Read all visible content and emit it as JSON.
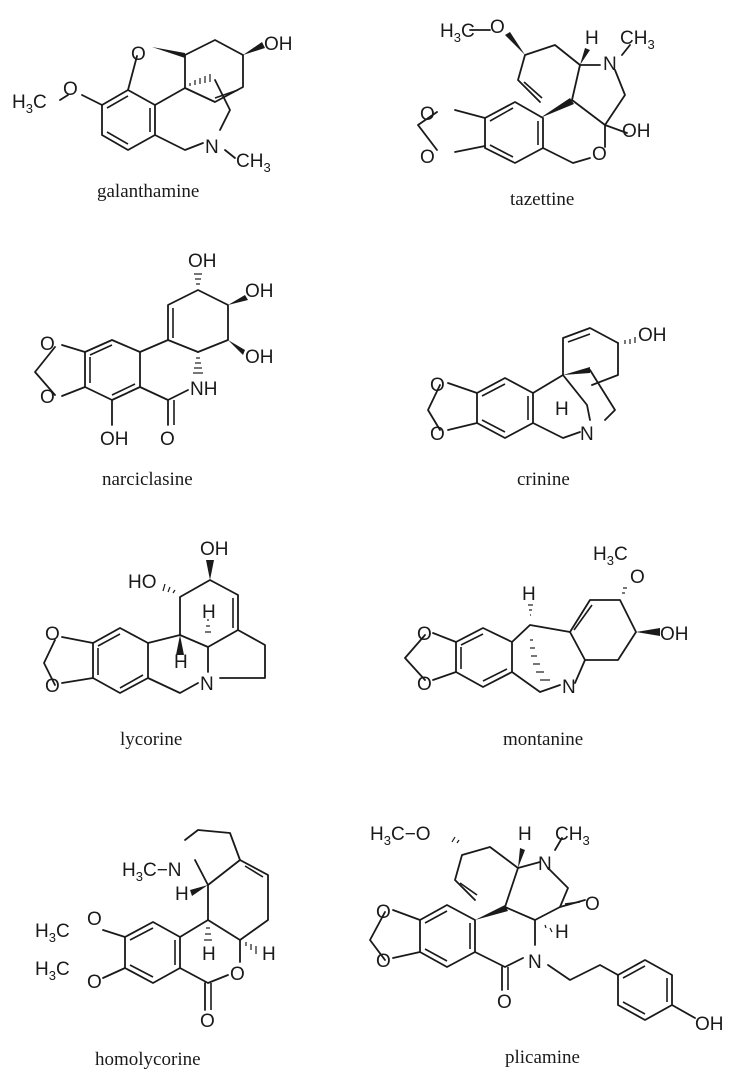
{
  "figure": {
    "type": "chemical-structure-grid",
    "layout": {
      "columns": 2,
      "rows": 4
    },
    "compounds": [
      {
        "name": "galanthamine",
        "labels": {
          "methoxy": "H3C-O",
          "ring_o": "O",
          "oh": "OH",
          "n": "N",
          "n_methyl": "CH3"
        }
      },
      {
        "name": "tazettine",
        "labels": {
          "methoxy": "H3C-O",
          "h": "H",
          "n": "N",
          "n_methyl": "CH3",
          "oh": "OH",
          "ring_o": "O",
          "dioxole_o1": "O",
          "dioxole_o2": "O"
        }
      },
      {
        "name": "narciclasine",
        "labels": {
          "oh1": "OH",
          "oh2": "OH",
          "oh3": "OH",
          "nh": "NH",
          "carbonyl_o": "O",
          "aryl_oh": "OH",
          "dioxole_o1": "O",
          "dioxole_o2": "O"
        }
      },
      {
        "name": "crinine",
        "labels": {
          "oh": "OH",
          "h": "H",
          "n": "N",
          "dioxole_o1": "O",
          "dioxole_o2": "O"
        }
      },
      {
        "name": "lycorine",
        "labels": {
          "oh_top": "OH",
          "ho_left": "HO",
          "h_upper": "H",
          "h_lower": "H",
          "n": "N",
          "dioxole_o1": "O",
          "dioxole_o2": "O"
        }
      },
      {
        "name": "montanine",
        "labels": {
          "methoxy": "H3C-O",
          "oh": "OH",
          "h": "H",
          "n": "N",
          "dioxole_o1": "O",
          "dioxole_o2": "O"
        }
      },
      {
        "name": "homolycorine",
        "labels": {
          "n_methyl": "H3C-N",
          "methoxy1": "H3C-O",
          "methoxy2": "H3C-O",
          "h1": "H",
          "h2": "H",
          "h3": "H",
          "ring_o": "O",
          "carbonyl_o": "O"
        }
      },
      {
        "name": "plicamine",
        "labels": {
          "methoxy": "H3C-O",
          "h1": "H",
          "n_methyl": "CH3",
          "n1": "N",
          "lactam_o": "O",
          "h2": "H",
          "n2": "N",
          "carbonyl_o": "O",
          "phenol_oh": "OH",
          "dioxole_o1": "O",
          "dioxole_o2": "O"
        }
      }
    ]
  }
}
